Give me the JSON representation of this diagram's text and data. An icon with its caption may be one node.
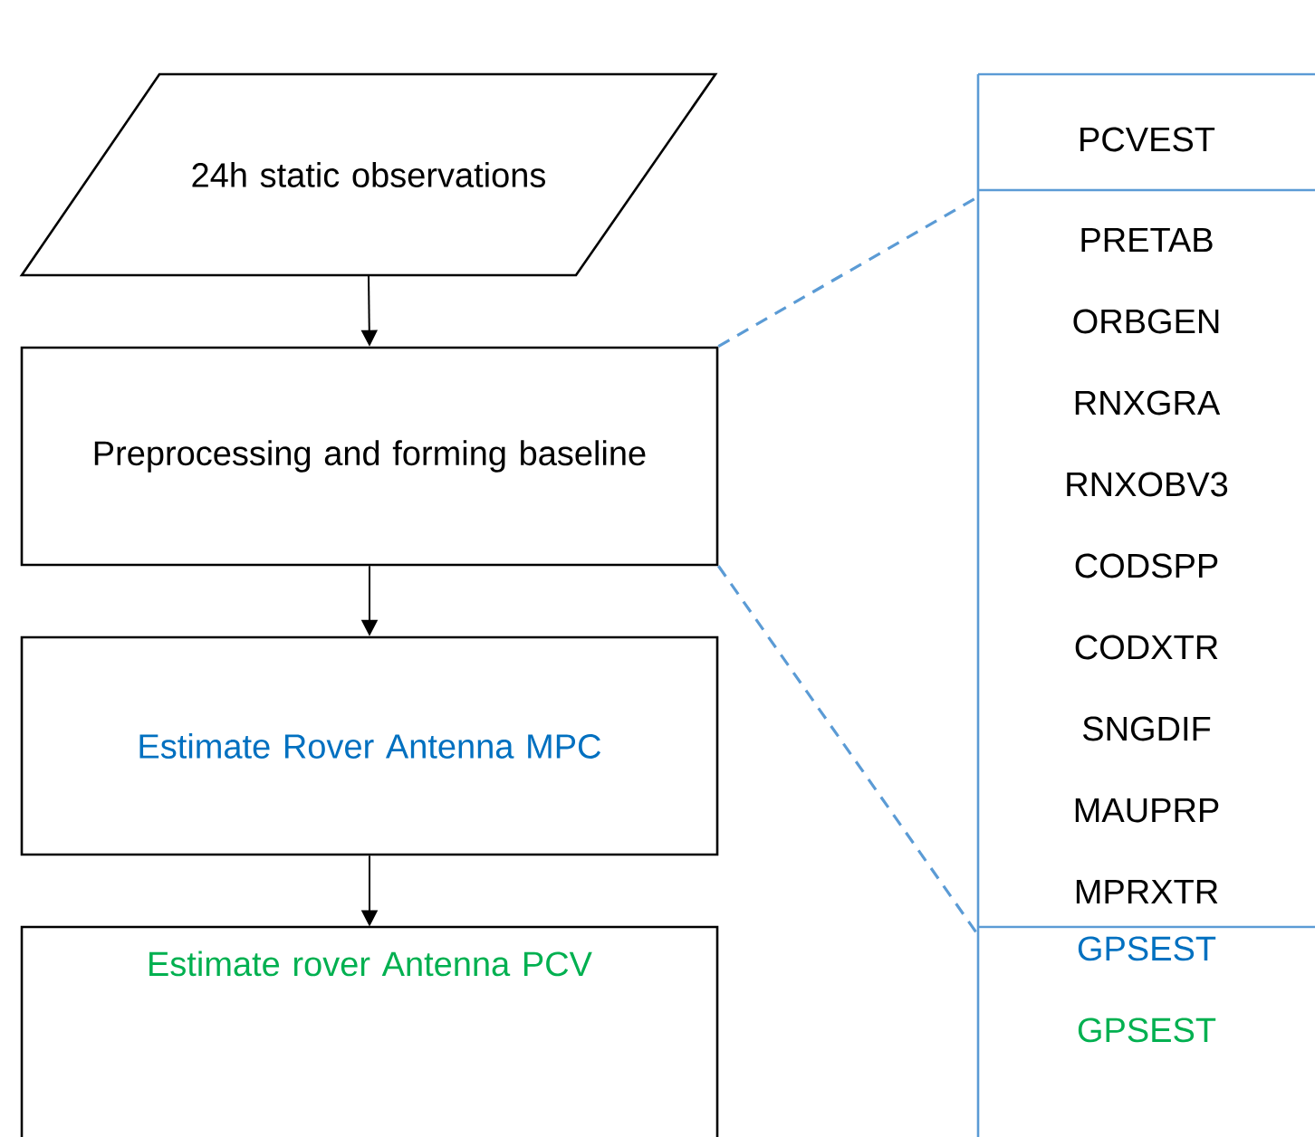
{
  "diagram": {
    "nodes": [
      {
        "text": [
          "24h static observations"
        ]
      },
      {
        "text": [
          "Preprocessing and forming baseline"
        ]
      },
      {
        "text": [
          "Estimate Rover Antenna MPC"
        ]
      },
      {
        "text": [
          "Estimate rover Antenna PCV"
        ]
      },
      {
        "text": [
          "PCVEST"
        ]
      },
      {
        "text": [
          "PRETAB",
          "ORBGEN",
          "RNXGRA",
          "RNXOBV3",
          "CODSPP",
          "CODXTR",
          "SNGDIF",
          "MAUPRP",
          "MPRXTR"
        ]
      },
      {
        "text": [
          "GPSEST",
          "GPSEST"
        ]
      }
    ],
    "edges": [
      {
        "from": 0,
        "to": 1,
        "arrow": "to"
      },
      {
        "from": 1,
        "to": 2,
        "arrow": "to"
      },
      {
        "from": 2,
        "to": 3,
        "arrow": "to"
      },
      {
        "from": 1,
        "to": 5,
        "arrow": "none",
        "style": "dashed",
        "color": "#5b9bd5"
      },
      {
        "from": 1,
        "to": 5,
        "arrow": "none",
        "style": "dashed",
        "color": "#5b9bd5"
      }
    ]
  }
}
